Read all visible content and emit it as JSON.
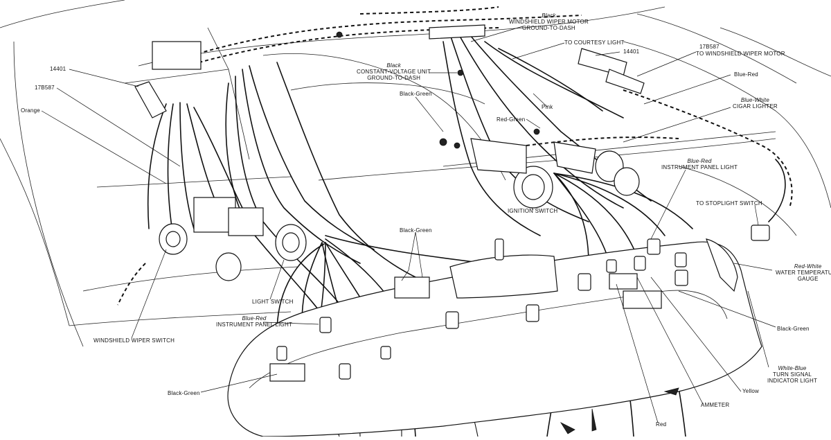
{
  "labels": {
    "wiper_ground": {
      "color": "Black",
      "l1": "WINDSHIELD WIPER MOTOR",
      "l2": "GROUND-TO-DASH"
    },
    "courtesy": "TO COURTESY LIGHT",
    "n14401_right": "14401",
    "n17b587_right": "17B587",
    "to_wiper_motor": "TO WINDSHIELD WIPER MOTOR",
    "n14401_left": "14401",
    "n17b587_left": "17B587",
    "orange": "Orange",
    "cv_ground": {
      "color": "Black",
      "l1": "CONSTANT-VOLTAGE UNIT",
      "l2": "GROUND-TO-DASH"
    },
    "black_green_top": "Black-Green",
    "blue_red_top": "Blue-Red",
    "cigar": {
      "color": "Blue-White",
      "l1": "CIGAR LIGHTER"
    },
    "pink": "Pink",
    "red_green": "Red-Green",
    "ip_light_right": {
      "color": "Blue-Red",
      "l1": "INSTRUMENT PANEL LIGHT"
    },
    "stoplight": "TO STOPLIGHT SWITCH",
    "ignition": "IGNITION SWITCH",
    "black_green_mid": "Black-Green",
    "water_temp": {
      "color": "Red-White",
      "l1": "WATER TEMPERATURE",
      "l2": "GAUGE"
    },
    "light_switch": "LIGHT SWITCH",
    "ip_light_left": {
      "color": "Blue-Red",
      "l1": "INSTRUMENT PANEL LIGHT"
    },
    "black_green_right": "Black-Green",
    "wiper_switch": "WINDSHIELD WIPER SWITCH",
    "turn_signal": {
      "color": "White-Blue",
      "l1": "TURN SIGNAL",
      "l2": "INDICATOR LIGHT"
    },
    "black_green_bottom": "Black-Green",
    "yellow": "Yellow",
    "ammeter": "AMMETER",
    "red": "Red"
  }
}
